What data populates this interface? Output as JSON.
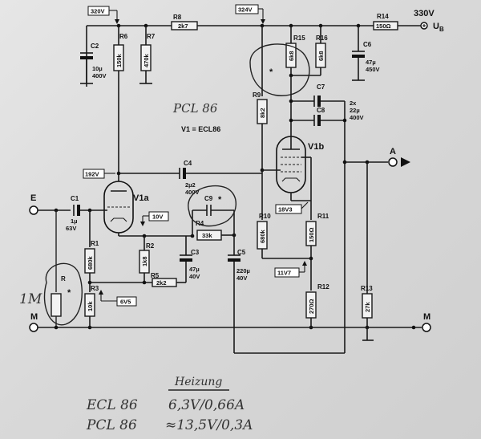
{
  "tubes": {
    "type": "PCL 86",
    "v1_def": "V1 = ECL86",
    "v1a": "V1a",
    "v1b": "V1b"
  },
  "voltages": {
    "v320": "320V",
    "v324": "324V",
    "v330": "330V",
    "ub": "U",
    "ub_sub": "B",
    "v192": "192V",
    "v10": "10V",
    "v18": "18V3",
    "v11": "11V7",
    "v6": "6V5"
  },
  "terminals": {
    "e": "E",
    "a": "A",
    "m_left": "M",
    "m_right": "M"
  },
  "resistors": {
    "r8": {
      "ref": "R8",
      "val": "2k7"
    },
    "r14": {
      "ref": "R14",
      "val": "150Ω"
    },
    "r6": {
      "ref": "R6",
      "val": "150k"
    },
    "r7": {
      "ref": "R7",
      "val": "470k"
    },
    "r15": {
      "ref": "R15",
      "val": "6k8"
    },
    "r16": {
      "ref": "R16",
      "val": "6k8"
    },
    "r9": {
      "ref": "R9",
      "val": "8k2"
    },
    "r4": {
      "ref": "R4",
      "val": "33k"
    },
    "r1": {
      "ref": "R1",
      "val": "680k"
    },
    "r2": {
      "ref": "R2",
      "val": "1k8"
    },
    "r3": {
      "ref": "R3",
      "val": "10k"
    },
    "r5": {
      "ref": "R5",
      "val": "2k2"
    },
    "r10": {
      "ref": "R10",
      "val": "680k"
    },
    "r11": {
      "ref": "R11",
      "val": "150Ω"
    },
    "r12": {
      "ref": "R12",
      "val": "270Ω"
    },
    "r13": {
      "ref": "R13",
      "val": "27k"
    },
    "r": {
      "ref": "R",
      "val": "1M"
    }
  },
  "capacitors": {
    "c2": {
      "ref": "C2",
      "val1": "10µ",
      "val2": "400V"
    },
    "c6": {
      "ref": "C6",
      "val1": "47µ",
      "val2": "450V"
    },
    "c7": {
      "ref": "C7"
    },
    "c8": {
      "ref": "C8"
    },
    "c78": {
      "val1": "2x",
      "val2": "22µ",
      "val3": "400V"
    },
    "c4": {
      "ref": "C4",
      "val1": "2µ2",
      "val2": "400V"
    },
    "c1": {
      "ref": "C1",
      "val1": "1µ",
      "val2": "63V"
    },
    "c9": {
      "ref": "C9"
    },
    "c3": {
      "ref": "C3",
      "val1": "47µ",
      "val2": "40V"
    },
    "c5": {
      "ref": "C5",
      "val1": "220µ",
      "val2": "40V"
    }
  },
  "notes": {
    "heizung": "Heizung",
    "ecl": "ECL 86",
    "ecl_val": "6,3V/0,66A",
    "pcl": "PCL 86",
    "pcl_val": "≈13,5V/0,3A",
    "star": "*"
  }
}
